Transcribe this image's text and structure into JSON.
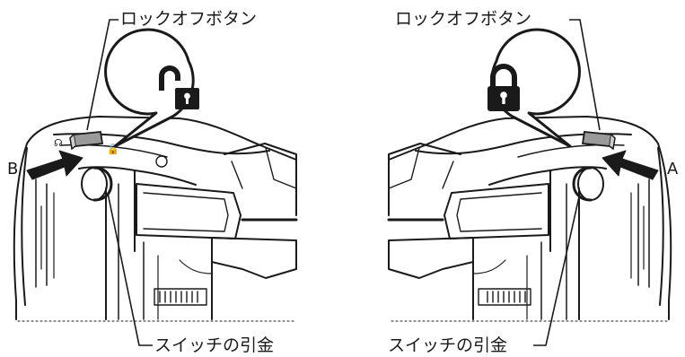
{
  "colors": {
    "line": "#1a1a1a",
    "button_fill": "#9a9a9a",
    "background": "#ffffff"
  },
  "left_panel": {
    "top_label": "ロックオフボタン",
    "bottom_label": "スイッチの引金",
    "side_letter": "B",
    "lock_icon": "lock-open-icon"
  },
  "right_panel": {
    "top_label": "ロックオフボタン",
    "bottom_label": "スイッチの引金",
    "side_letter": "A",
    "lock_icon": "lock-closed-icon"
  }
}
